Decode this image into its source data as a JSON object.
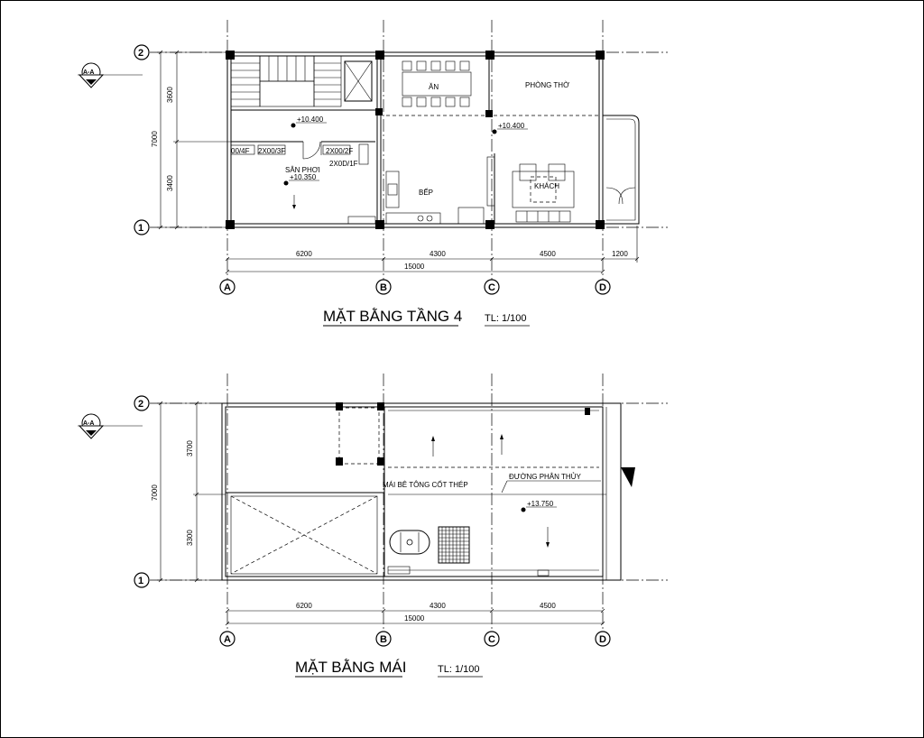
{
  "plans": {
    "floor4": {
      "title": "MẶT BẰNG TẦNG 4",
      "scale": "TL: 1/100",
      "section_mark": "A-A",
      "rooms": {
        "an": "ĂN",
        "phong_tho": "PHÒNG THỜ",
        "san_phoi": "SÂN PHƠI",
        "bep": "BẾP",
        "khach": "KHÁCH"
      },
      "levels": {
        "level1": "+10.400",
        "level2": "+10.400",
        "level3": "+10.350"
      },
      "window_tags": {
        "t1": "00/4F",
        "t2": "2X00/3F",
        "t3": "2X00/2F",
        "t4": "2X0D/1F"
      },
      "dims": {
        "bottom": [
          "6200",
          "4300",
          "4500",
          "1200"
        ],
        "total": "15000",
        "left": [
          "3600",
          "3400"
        ],
        "left_total": "7000"
      },
      "grid_axes": {
        "cols": [
          "A",
          "B",
          "C",
          "D"
        ],
        "rows": [
          "2",
          "1"
        ]
      }
    },
    "roof": {
      "title": "MẶT BẰNG MÁI",
      "scale": "TL: 1/100",
      "section_mark": "A-A",
      "labels": {
        "slab": "MÁI BÊ TÔNG CỐT THÉP",
        "ridge": "ĐƯỜNG PHÂN THỦY",
        "level": "+13.750"
      },
      "dims": {
        "bottom": [
          "6200",
          "4300",
          "4500"
        ],
        "total": "15000",
        "left": [
          "3700",
          "3300"
        ],
        "left_total": "7000"
      },
      "grid_axes": {
        "cols": [
          "A",
          "B",
          "C",
          "D"
        ],
        "rows": [
          "2",
          "1"
        ]
      }
    }
  }
}
